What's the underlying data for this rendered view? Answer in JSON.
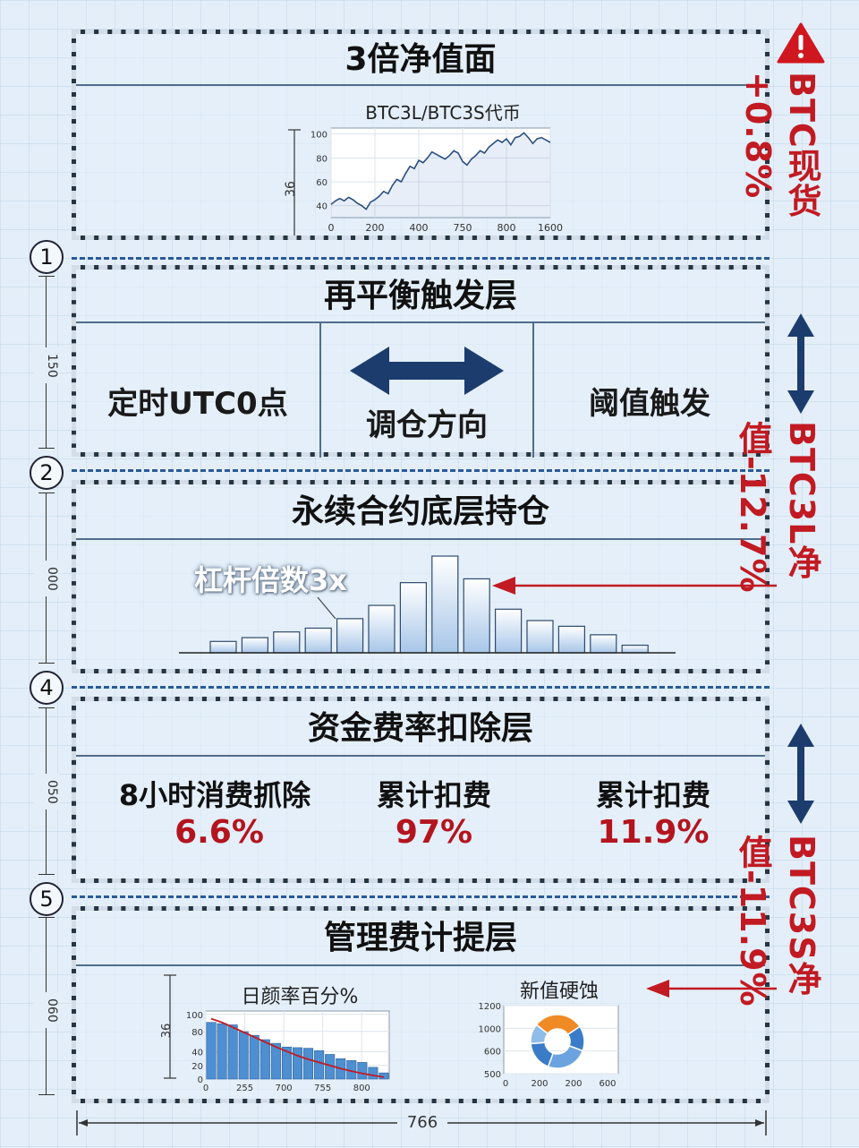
{
  "layers": {
    "l1": {
      "title": "3倍净值面"
    },
    "l2": {
      "title": "再平衡触发层",
      "left": "定时UTC0点",
      "center": "调仓方向",
      "right": "阈值触发"
    },
    "l3": {
      "title": "永续合约底层持仓",
      "callout": "杠杆倍数3x"
    },
    "l4": {
      "title": "资金费率扣除层",
      "items": [
        {
          "label": "8小时消费抓除",
          "value": "6.6%"
        },
        {
          "label": "累计扣费",
          "value": "97%"
        },
        {
          "label": "累计扣费",
          "value": "11.9%"
        }
      ]
    },
    "l5": {
      "title": "管理费计提层"
    }
  },
  "steps": [
    "1",
    "2",
    "4",
    "5"
  ],
  "dimensions": {
    "d1": "150",
    "d2": "000",
    "d3": "050",
    "d4": "060",
    "width": "766"
  },
  "side_labels": {
    "spot": "BTC现货+0.8%",
    "l3": "BTC3L净值-12.7%",
    "s3": "BTC3S净值-11.9%"
  },
  "colors": {
    "accent_red": "#c21a22",
    "navy": "#1c3c6e",
    "bar_blue": "#4d8fd0",
    "orange": "#f08a24"
  },
  "icons": {
    "warning": "warning-icon"
  },
  "chart_data": [
    {
      "type": "line",
      "title": "BTC3L/BTC3S代币",
      "ylabel": "36",
      "x_ticks": [
        "0",
        "200",
        "400",
        "750",
        "800",
        "1600"
      ],
      "y_ticks": [
        "40",
        "60",
        "80",
        "100"
      ],
      "ylim": [
        30,
        105
      ],
      "x": [
        0,
        1,
        2,
        3,
        4,
        5,
        6,
        7,
        8,
        9,
        10,
        11,
        12,
        13,
        14,
        15,
        16,
        17,
        18,
        19,
        20,
        21,
        22,
        23,
        24,
        25,
        26,
        27,
        28,
        29,
        30,
        31,
        32,
        33,
        34,
        35,
        36,
        37,
        38,
        39,
        40,
        41,
        42,
        43,
        44,
        45,
        46,
        47,
        48,
        49,
        50
      ],
      "y": [
        41,
        44,
        46,
        44,
        47,
        45,
        42,
        40,
        37,
        43,
        45,
        48,
        52,
        50,
        57,
        62,
        60,
        67,
        73,
        71,
        78,
        76,
        80,
        85,
        83,
        81,
        79,
        82,
        86,
        84,
        77,
        74,
        79,
        82,
        86,
        84,
        89,
        92,
        95,
        93,
        96,
        91,
        97,
        98,
        101,
        97,
        92,
        96,
        97,
        95,
        93
      ]
    },
    {
      "type": "bar",
      "title": "",
      "values": [
        1.2,
        1.6,
        2.2,
        2.6,
        3.6,
        5.0,
        7.4,
        10.2,
        7.8,
        4.6,
        3.4,
        2.8,
        1.9,
        0.8
      ]
    },
    {
      "type": "bar",
      "title": "日颜率百分%",
      "ylabel": "36",
      "x_ticks": [
        "0",
        "255",
        "700",
        "755",
        "800"
      ],
      "y_ticks": [
        "0",
        "20",
        "40",
        "80",
        "100"
      ],
      "ylim": [
        0,
        105
      ],
      "values": [
        92,
        90,
        88,
        77,
        71,
        64,
        58,
        52,
        51,
        50,
        46,
        40,
        33,
        30,
        27,
        19,
        10
      ],
      "trend": [
        98,
        92,
        84,
        76,
        68,
        60,
        52,
        45,
        38,
        32,
        27,
        22,
        17,
        13,
        9,
        6,
        3
      ]
    },
    {
      "type": "pie",
      "title": "新值硬蚀",
      "y_ticks": [
        "500",
        "600",
        "1000",
        "1200"
      ],
      "x_ticks": [
        "0",
        "200",
        "200",
        "600"
      ],
      "slices": [
        {
          "label": "",
          "value": 30,
          "color": "#f08a24"
        },
        {
          "label": "",
          "value": 15,
          "color": "#3b7cc9"
        },
        {
          "label": "",
          "value": 25,
          "color": "#6aa3df"
        },
        {
          "label": "",
          "value": 18,
          "color": "#3b7cc9"
        },
        {
          "label": "",
          "value": 12,
          "color": "#8fbce8"
        }
      ]
    }
  ]
}
